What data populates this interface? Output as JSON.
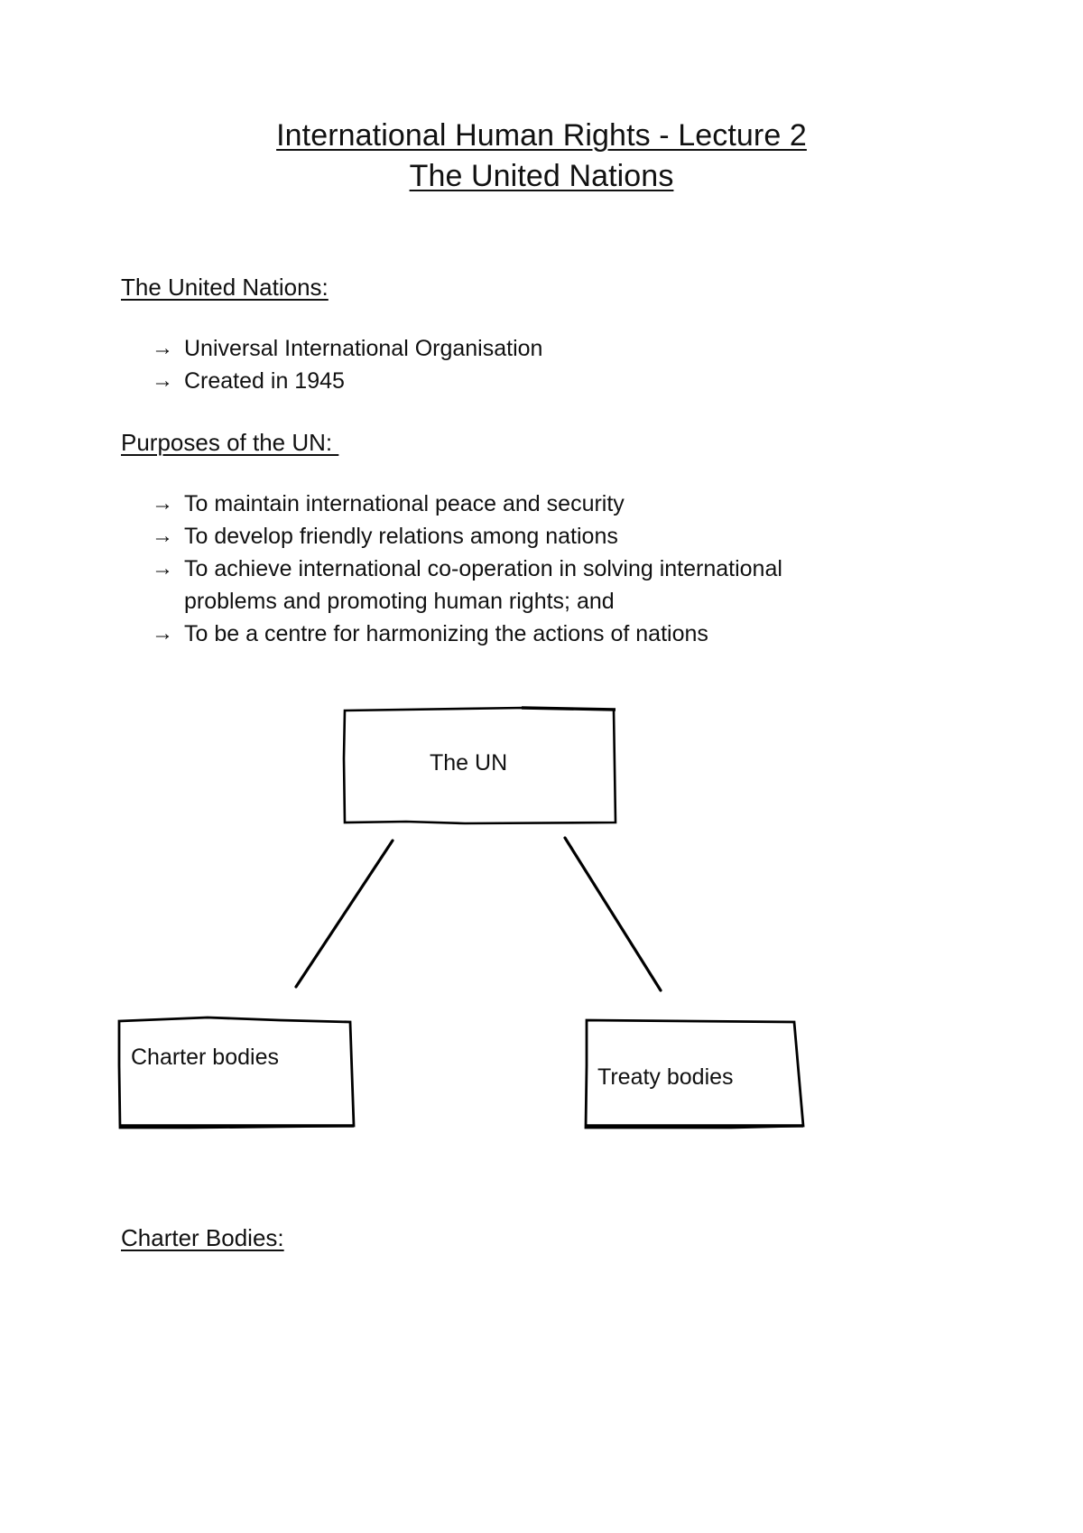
{
  "document": {
    "title_lines": [
      "International Human Rights - Lecture 2",
      "The United Nations"
    ],
    "sections": [
      {
        "heading": "The United Nations:",
        "bullets": [
          "Universal International Organisation",
          "Created in 1945"
        ]
      },
      {
        "heading": "Purposes of the UN: ",
        "bullets": [
          "To maintain international peace and security",
          "To develop friendly relations among nations",
          "To achieve international co-operation in solving international problems and promoting human rights; and",
          "To be a centre for harmonizing the actions of nations"
        ]
      }
    ],
    "bullet_marker": "arrow-right-glyph",
    "bullet_marker_char": "→",
    "diagram": {
      "type": "flowchart",
      "nodes": [
        {
          "id": "un",
          "label": "The UN"
        },
        {
          "id": "charter",
          "label": "Charter bodies"
        },
        {
          "id": "treaty",
          "label": "Treaty bodies"
        }
      ],
      "edges": [
        {
          "from": "un",
          "to": "charter"
        },
        {
          "from": "un",
          "to": "treaty"
        }
      ]
    },
    "footer_heading": "Charter Bodies:",
    "colors": {
      "text": "#111111",
      "ink": "#000000",
      "page_background": "#ffffff"
    }
  }
}
